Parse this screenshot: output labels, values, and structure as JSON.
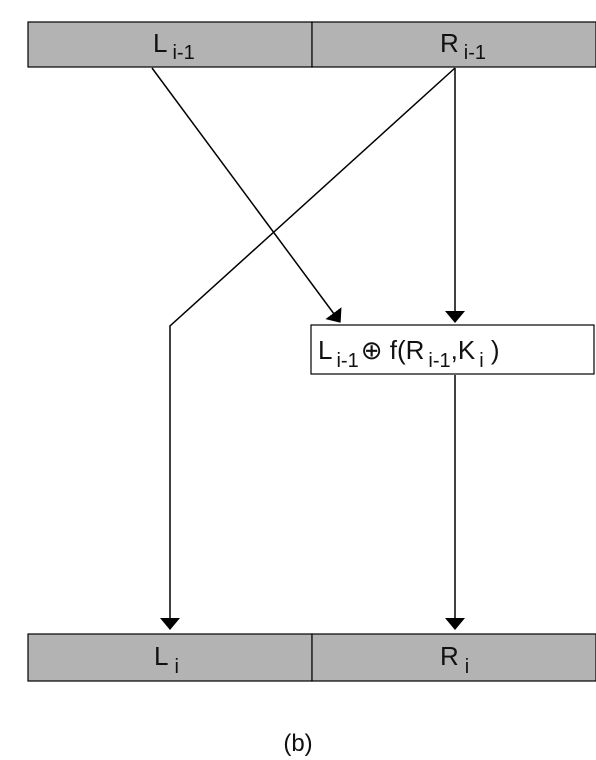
{
  "top_register": {
    "left": {
      "main": "L",
      "sub": "i-1"
    },
    "right": {
      "main": "R",
      "sub": "i-1"
    }
  },
  "function_box": {
    "l": "L",
    "l_sub": "i-1",
    "xor_symbol": "⊕",
    "f_open": " f(R",
    "r_sub": "i-1",
    "comma_k": ",K",
    "k_sub": "i",
    "close": " )"
  },
  "bottom_register": {
    "left": {
      "main": "L",
      "sub": "i"
    },
    "right": {
      "main": "R",
      "sub": "i"
    }
  },
  "caption": "(b)"
}
